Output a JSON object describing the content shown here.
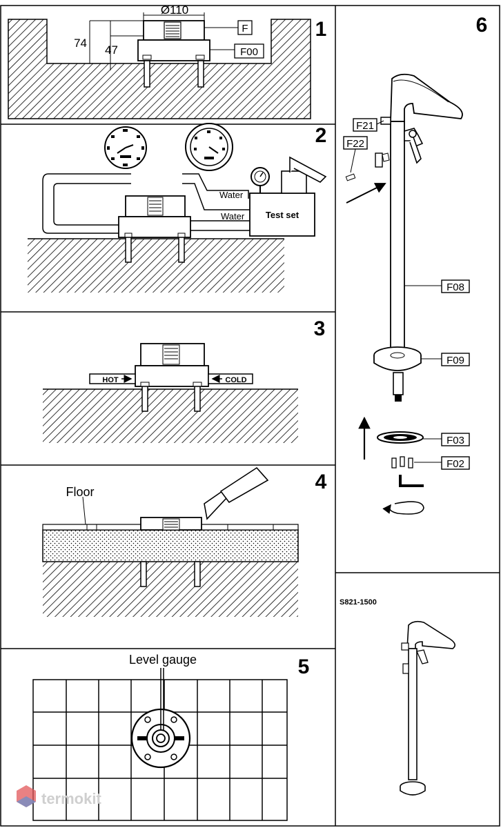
{
  "title": "Installation instructions",
  "panels": [
    {
      "number": "1",
      "dimensions": {
        "diameter": "Ø110",
        "depth_total": "74",
        "depth_box": "47"
      },
      "labels": [
        "F",
        "F00"
      ]
    },
    {
      "number": "2",
      "labels": {
        "water_1": "Water",
        "water_2": "Water",
        "test_set": "Test set"
      }
    },
    {
      "number": "3",
      "labels": {
        "hot": "HOT",
        "cold": "COLD"
      }
    },
    {
      "number": "4",
      "labels": {
        "floor": "Floor"
      }
    },
    {
      "number": "5",
      "labels": {
        "level_gauge": "Level gauge"
      }
    },
    {
      "number": "6",
      "labels": {
        "f21": "F21",
        "f22": "F22",
        "f08": "F08",
        "f09": "F09",
        "f03": "F03",
        "f02": "F02"
      }
    }
  ],
  "model": "S821-1500",
  "watermark": "termokit",
  "colors": {
    "line": "#000000",
    "paper": "#ffffff",
    "watermark_text": "#cfcfcf",
    "logo_red": "#e2575a",
    "logo_blue": "#6a8fc9"
  }
}
